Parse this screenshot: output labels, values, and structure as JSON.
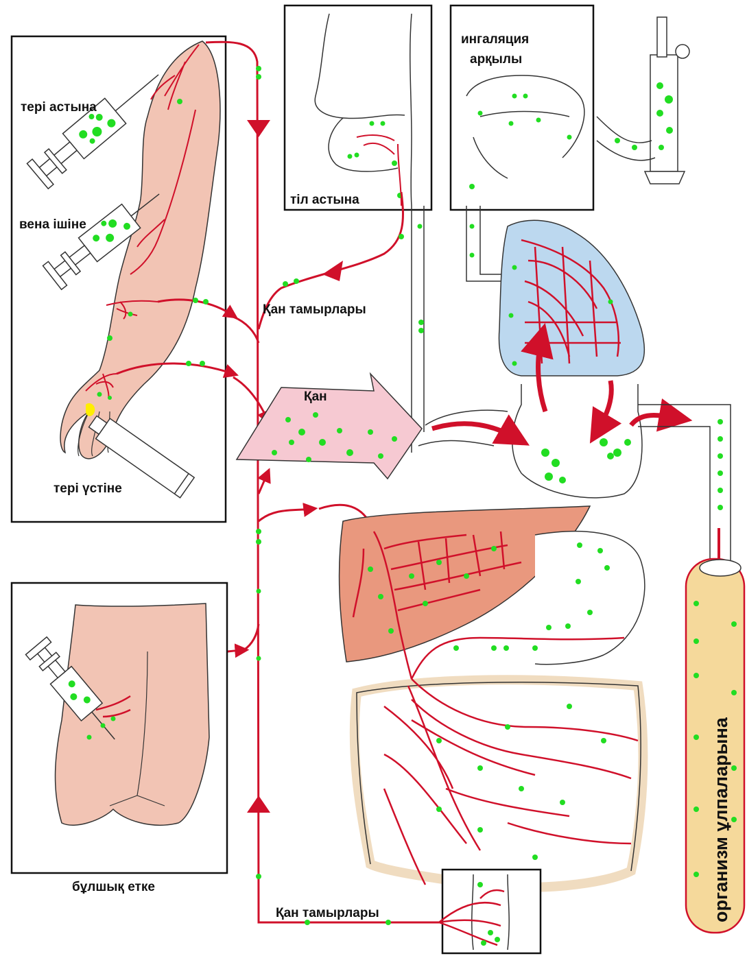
{
  "labels": {
    "subcutaneous": "тері астына",
    "intravenous": "вена ішіне",
    "transdermal": "тері үстіне",
    "sublingual": "тіл астына",
    "inhalation_line1": "ингаляция",
    "inhalation_line2": "арқылы",
    "blood_vessels_upper": "Қан тамырлары",
    "blood": "Қан",
    "intramuscular": "бұлшық етке",
    "blood_vessels_lower": "Қан тамырлары",
    "body_tissues": "организм ұлпаларына"
  },
  "colors": {
    "vessel": "#d0102a",
    "particle": "#22dd22",
    "skin": "#f2c4b4",
    "lung": "#bcd8ef",
    "liver": "#e9987e",
    "blood_arrow": "#f6c9d2",
    "intestine_outline": "#f0dcc0",
    "tissue_bar": "#f5d99b"
  },
  "icons": [
    "syringe-icon",
    "gas-cylinder-icon",
    "ointment-tube-icon"
  ]
}
